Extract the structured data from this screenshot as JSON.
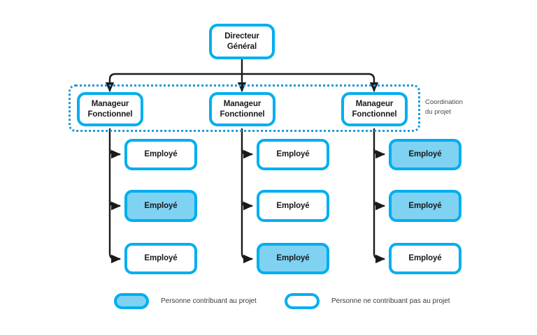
{
  "diagram": {
    "background_color": "#ffffff",
    "accent_color": "#00AEEF",
    "fill_color": "#7FD2F2",
    "connector_color": "#1a1a1a",
    "zone_border_color": "#1C9AD6",
    "director": {
      "label": "Directeur\nGénéral"
    },
    "coordination": {
      "note": "Coordination\ndu projet"
    },
    "managers": [
      {
        "label": "Manageur\nFonctionnel"
      },
      {
        "label": "Manageur\nFonctionnel"
      },
      {
        "label": "Manageur\nFonctionnel"
      }
    ],
    "employees": [
      [
        {
          "label": "Employé",
          "contributing": false
        },
        {
          "label": "Employé",
          "contributing": true
        },
        {
          "label": "Employé",
          "contributing": false
        }
      ],
      [
        {
          "label": "Employé",
          "contributing": false
        },
        {
          "label": "Employé",
          "contributing": false
        },
        {
          "label": "Employé",
          "contributing": true
        }
      ],
      [
        {
          "label": "Employé",
          "contributing": true
        },
        {
          "label": "Employé",
          "contributing": true
        },
        {
          "label": "Employé",
          "contributing": false
        }
      ]
    ],
    "legend": [
      {
        "label": "Personne contribuant au projet",
        "filled": true
      },
      {
        "label": "Personne ne contribuant pas au projet",
        "filled": false
      }
    ]
  }
}
